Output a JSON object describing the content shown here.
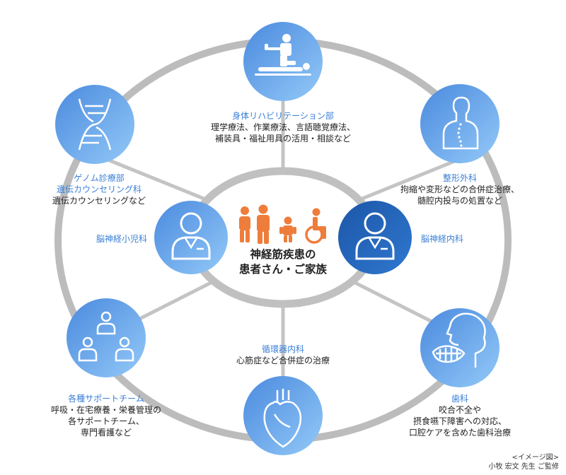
{
  "colors": {
    "ring": "#b9b9b9",
    "node_light_start": "#4e8fdf",
    "node_light_end": "#8fc7f7",
    "node_dark": "#1f5fb3",
    "label_blue": "#3a7fd6",
    "family_orange": "#ee7d3b"
  },
  "center": {
    "icon": "family-wheelchair-icon",
    "line1": "神経筋疾患の",
    "line2": "患者さん・ご家族"
  },
  "nodes": {
    "rehab": {
      "icon": "physical-therapy-icon",
      "title": "身体リハビリテーション部",
      "line1": "理学療法、作業療法、言語聴覚療法、",
      "line2": "補装具・福祉用具の活用・相談など"
    },
    "ortho": {
      "icon": "spine-back-icon",
      "title": "整形外科",
      "line1": "拘縮や変形などの合併症治療、",
      "line2": "髄腔内投与の処置など"
    },
    "neurology": {
      "icon": "doctor-icon",
      "title": "脳神経内科"
    },
    "dental": {
      "icon": "head-teeth-icon",
      "title": "歯科",
      "line1": "咬合不全や",
      "line2": "摂食嚥下障害への対応、",
      "line3": "口腔ケアを含めた歯科治療"
    },
    "cardio": {
      "icon": "heart-icon",
      "title": "循環器内科",
      "line1": "心筋症など合併症の治療"
    },
    "support": {
      "icon": "team-icon",
      "title": "各種サポートチーム",
      "line1": "呼吸・在宅療養・栄養管理の",
      "line2": "各サポートチーム、",
      "line3": "専門看護など"
    },
    "child_neuro": {
      "icon": "doctor-icon",
      "title": "脳神経小児科"
    },
    "genome": {
      "icon": "dna-icon",
      "title1": "ゲノム診療部",
      "title2": "遺伝カウンセリング科",
      "line1": "遺伝カウンセリングなど"
    }
  },
  "credit": {
    "line1": "<イメージ図>",
    "line2": "小牧 宏文 先生 ご監修"
  }
}
